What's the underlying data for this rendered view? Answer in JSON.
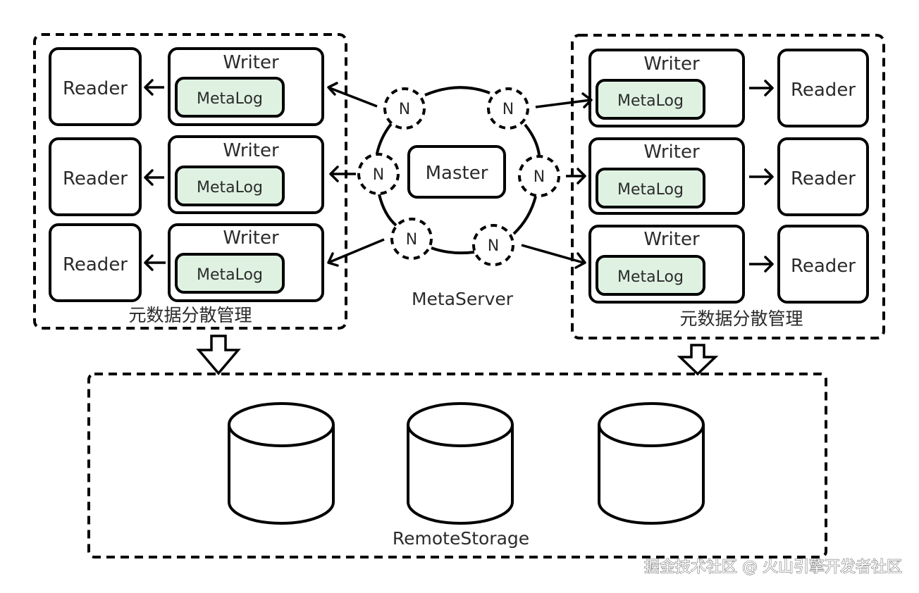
{
  "colors": {
    "metalog_fill": "#dff2e2",
    "stroke": "#000000",
    "text": "#2b2b2b",
    "background": "#ffffff"
  },
  "left_group": {
    "caption": "元数据分散管理",
    "rows": [
      {
        "writer": "Writer",
        "metalog": "MetaLog",
        "reader": "Reader"
      },
      {
        "writer": "Writer",
        "metalog": "MetaLog",
        "reader": "Reader"
      },
      {
        "writer": "Writer",
        "metalog": "MetaLog",
        "reader": "Reader"
      }
    ]
  },
  "right_group": {
    "caption": "元数据分散管理",
    "rows": [
      {
        "writer": "Writer",
        "metalog": "MetaLog",
        "reader": "Reader"
      },
      {
        "writer": "Writer",
        "metalog": "MetaLog",
        "reader": "Reader"
      },
      {
        "writer": "Writer",
        "metalog": "MetaLog",
        "reader": "Reader"
      }
    ]
  },
  "metaserver": {
    "caption": "MetaServer",
    "master": "Master",
    "nodes": [
      "N",
      "N",
      "N",
      "N",
      "N",
      "N"
    ]
  },
  "storage": {
    "caption": "RemoteStorage",
    "cylinders": 3
  },
  "watermark": "掘金技术社区 @ 火山引擎开发者社区"
}
